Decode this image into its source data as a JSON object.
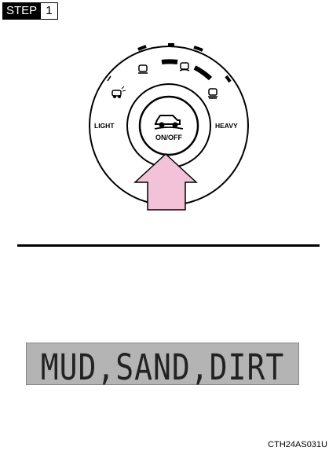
{
  "step": {
    "label": "STEP",
    "number": "1"
  },
  "knob": {
    "left_label": "LIGHT",
    "right_label": "HEAVY",
    "button_label": "ON/OFF"
  },
  "display": {
    "text": "MUD,SAND,DIRT"
  },
  "figure_code": "CTH24AS031U",
  "colors": {
    "arrow": "#f2c2d8",
    "display_bg": "#b4b4b4"
  },
  "icons": [
    "vehicle-icon",
    "press-arrow-icon"
  ]
}
